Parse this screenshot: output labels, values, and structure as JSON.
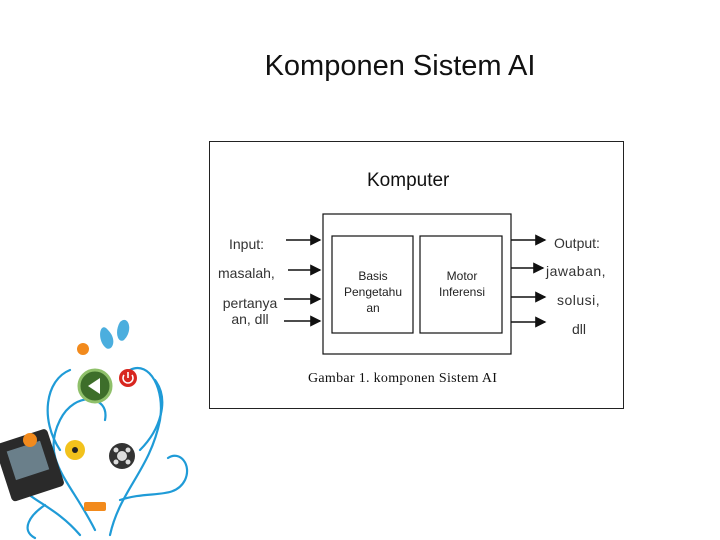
{
  "slide": {
    "title": "Komponen Sistem AI"
  },
  "diagram": {
    "computer_label": "Komputer",
    "input": {
      "label": "Input:",
      "items": [
        "masalah,",
        "pertanya an, dll"
      ]
    },
    "output": {
      "label": "Output:",
      "items": [
        "jawaban,",
        "solusi,",
        "dll"
      ]
    },
    "blocks": {
      "knowledge_base": "Basis Pengetahu an",
      "inference_engine": "Motor Inferensi"
    },
    "caption": "Gambar 1. komponen Sistem AI"
  },
  "decoration": {
    "accent": "#1f9bd7",
    "orange": "#f28a1c",
    "green": "#4a8a2a",
    "red": "#d8261f"
  }
}
